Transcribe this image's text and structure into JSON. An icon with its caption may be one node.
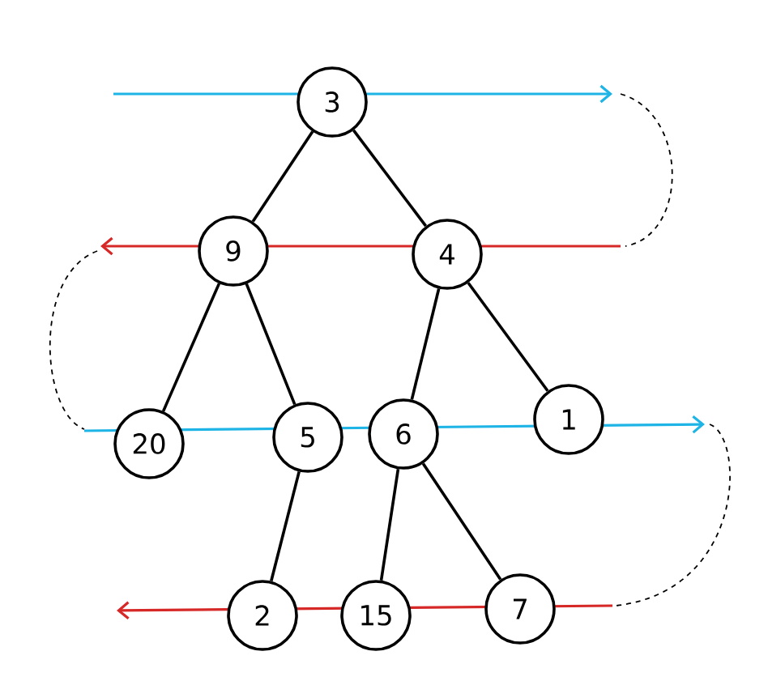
{
  "diagram": {
    "nodes": [
      {
        "text": [
          "3"
        ]
      },
      {
        "text": [
          "9"
        ]
      },
      {
        "text": [
          "4"
        ]
      },
      {
        "text": [
          "20"
        ]
      },
      {
        "text": [
          "5"
        ]
      },
      {
        "text": [
          "6"
        ]
      },
      {
        "text": [
          "1"
        ]
      },
      {
        "text": [
          "2"
        ]
      },
      {
        "text": [
          "15"
        ]
      },
      {
        "text": [
          "7"
        ]
      }
    ],
    "edges": [
      {
        "from": 0,
        "to": 1,
        "arrow": "none"
      },
      {
        "from": 0,
        "to": 2,
        "arrow": "none"
      },
      {
        "from": 1,
        "to": 3,
        "arrow": "none"
      },
      {
        "from": 1,
        "to": 4,
        "arrow": "none"
      },
      {
        "from": 2,
        "to": 5,
        "arrow": "none"
      },
      {
        "from": 2,
        "to": 6,
        "arrow": "none"
      },
      {
        "from": 4,
        "to": 7,
        "arrow": "none"
      },
      {
        "from": 5,
        "to": 8,
        "arrow": "none"
      },
      {
        "from": 5,
        "to": 9,
        "arrow": "none"
      }
    ]
  }
}
